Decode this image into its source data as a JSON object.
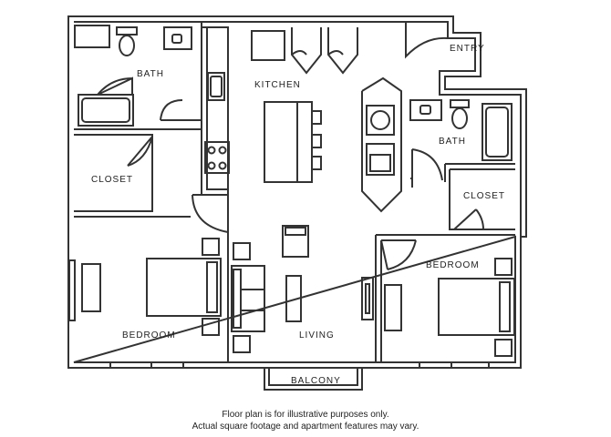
{
  "rooms": {
    "bath_left": "BATH",
    "kitchen": "KITCHEN",
    "entry": "ENTRY",
    "bath_right": "BATH",
    "closet_left": "CLOSET",
    "closet_right": "CLOSET",
    "bedroom_right": "BEDROOM",
    "bedroom_left": "BEDROOM",
    "living": "LIVING",
    "balcony": "BALCONY"
  },
  "disclaimer": {
    "line1": "Floor plan is for illustrative purposes only.",
    "line2": "Actual square footage and apartment features may vary."
  },
  "colors": {
    "wall": "#333333",
    "background": "#ffffff"
  }
}
